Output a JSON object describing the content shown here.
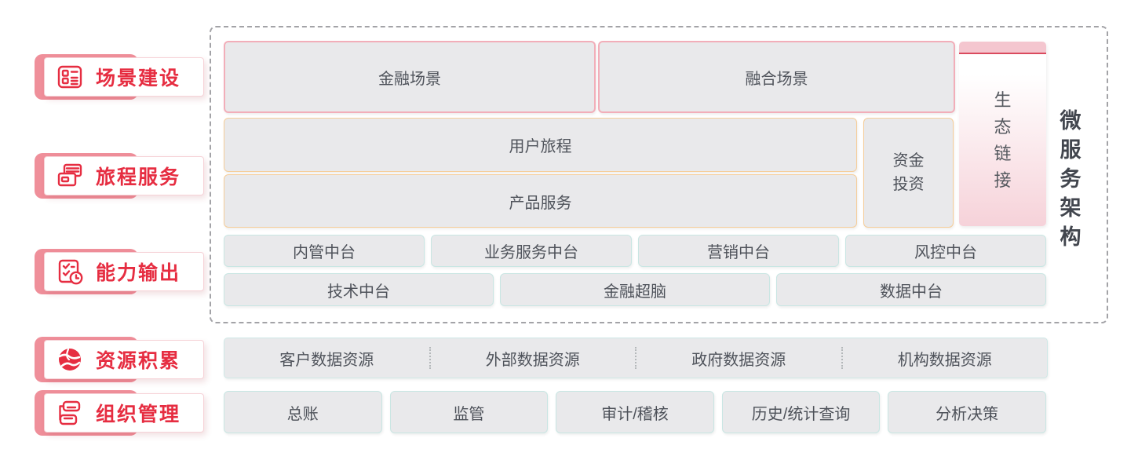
{
  "palette": {
    "accent_red": "#e62d41",
    "plate_pink": "#ef8f9a",
    "block_fill": "#e9e9eb",
    "border_pink": "#f2aeb9",
    "border_orange": "#f5cd99",
    "border_teal": "#c9e6e3",
    "text_dark": "#4e525a"
  },
  "sidebar": {
    "items": [
      {
        "label": "场景建设",
        "icon": "layout-grid-icon"
      },
      {
        "label": "旅程服务",
        "icon": "bank-cards-icon"
      },
      {
        "label": "能力输出",
        "icon": "checklist-clock-icon"
      },
      {
        "label": "资源积累",
        "icon": "globe-icon"
      },
      {
        "label": "组织管理",
        "icon": "org-flow-icon"
      }
    ]
  },
  "diagram": {
    "frame_title": "微服务架构",
    "eco_link": "生态链接",
    "scenes": [
      "金融场景",
      "融合场景"
    ],
    "journey": "用户旅程",
    "product": "产品服务",
    "funding": "资金投资",
    "platforms_row1": [
      "内管中台",
      "业务服务中台",
      "营销中台",
      "风控中台"
    ],
    "platforms_row2": [
      "技术中台",
      "金融超脑",
      "数据中台"
    ]
  },
  "resources": {
    "items": [
      "客户数据资源",
      "外部数据资源",
      "政府数据资源",
      "机构数据资源"
    ]
  },
  "management": {
    "items": [
      "总账",
      "监管",
      "审计/稽核",
      "历史/统计查询",
      "分析决策"
    ]
  }
}
